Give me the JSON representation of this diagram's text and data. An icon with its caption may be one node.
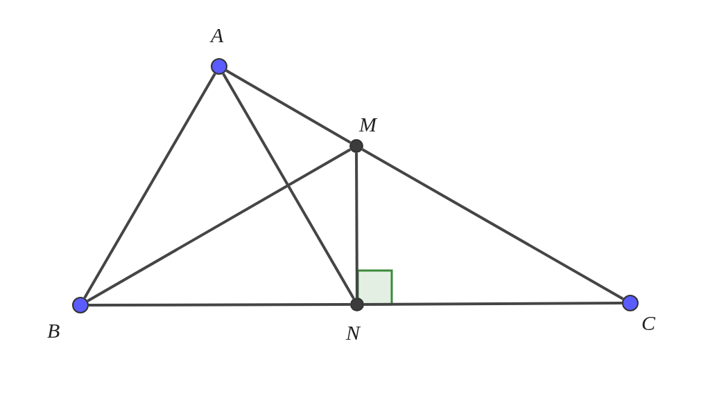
{
  "diagram": {
    "nodes": [
      {
        "text": [
          "A"
        ]
      },
      {
        "text": [
          "M"
        ]
      },
      {
        "text": [
          "B"
        ]
      },
      {
        "text": [
          "N"
        ]
      },
      {
        "text": [
          "C"
        ]
      }
    ],
    "edges": [
      {
        "from": 0,
        "to": 2,
        "arrow": "none"
      },
      {
        "from": 0,
        "to": 1,
        "arrow": "none"
      },
      {
        "from": 1,
        "to": 4,
        "arrow": "none"
      },
      {
        "from": 0,
        "to": 3,
        "arrow": "none"
      },
      {
        "from": 2,
        "to": 1,
        "arrow": "none"
      },
      {
        "from": 1,
        "to": 3,
        "arrow": "none"
      },
      {
        "from": 2,
        "to": 3,
        "arrow": "none"
      },
      {
        "from": 3,
        "to": 4,
        "arrow": "none"
      }
    ]
  }
}
